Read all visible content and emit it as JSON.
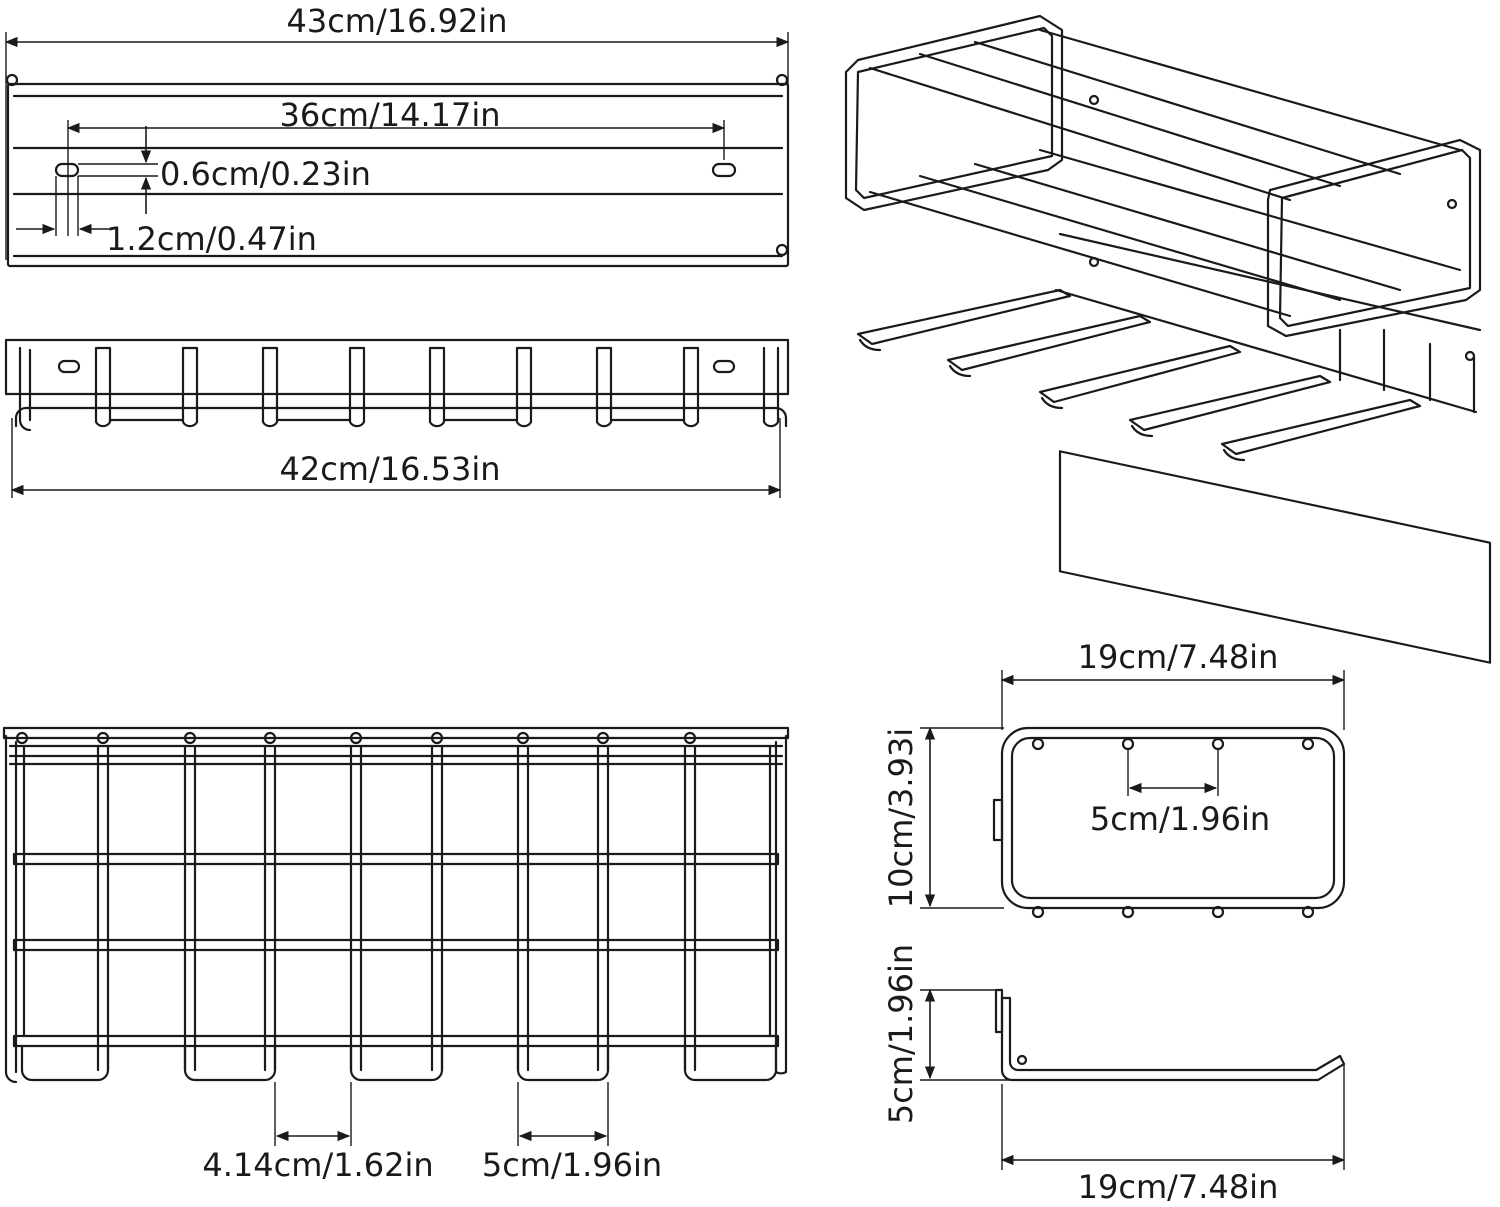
{
  "labels": {
    "top_overall_width": "43cm/16.92in",
    "slot_span": "36cm/14.17in",
    "slot_height": "0.6cm/0.23in",
    "slot_width": "1.2cm/0.47in",
    "hook_row_width": "42cm/16.53in",
    "side_width": "19cm/7.48in",
    "side_height": "10cm/3.93i",
    "side_hole_spacing": "5cm/1.96in",
    "hook_height": "5cm/1.96in",
    "hook_depth": "19cm/7.48in",
    "hook_gap": "4.14cm/1.62in",
    "hook_pitch": "5cm/1.96in"
  },
  "colors": {
    "line": "#1a1a1a",
    "background": "#ffffff"
  }
}
